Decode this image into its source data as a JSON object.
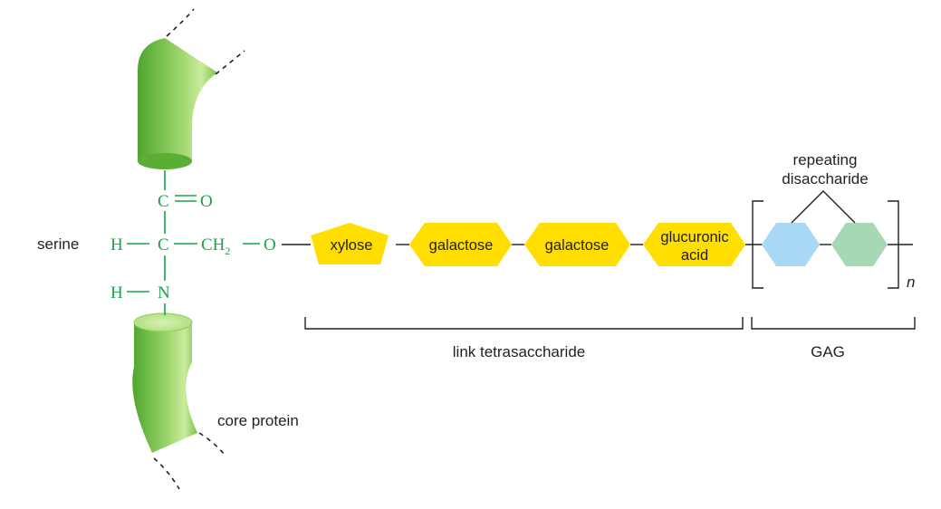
{
  "labels": {
    "serine": "serine",
    "core_protein": "core protein",
    "link_tetrasaccharide": "link tetrasaccharide",
    "gag": "GAG",
    "repeating_line1": "repeating",
    "repeating_line2": "disaccharide",
    "n": "n"
  },
  "chemistry": {
    "carbonyl_c": "C",
    "carbonyl_o": "O",
    "alpha_h": "H",
    "alpha_c": "C",
    "ch2_prefix": "CH",
    "ch2_sub": "2",
    "oxygen": "O",
    "amine_h": "H",
    "amine_n": "N"
  },
  "sugars": {
    "xylose": "xylose",
    "galactose_1": "galactose",
    "galactose_2": "galactose",
    "glucuronic_line1": "glucuronic",
    "glucuronic_line2": "acid"
  },
  "colors": {
    "sugar_yellow": "#ffde00",
    "disaccharide_blue": "#a8d8f4",
    "disaccharide_green": "#a6d8b6",
    "chemistry_green": "#1aa34a",
    "protein_green": "#6fbf3c",
    "ink": "#231f20"
  }
}
